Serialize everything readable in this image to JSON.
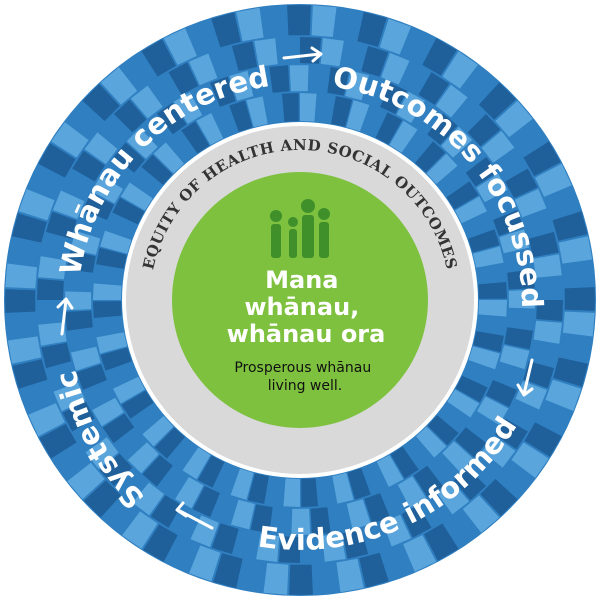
{
  "outer_ring": {
    "labels": {
      "top_left": "Whānau centered",
      "top_right": "Outcomes focussed",
      "bottom": "Evidence informed",
      "left": "Systemic"
    },
    "arrow_glyph": "→"
  },
  "inner_ring": {
    "label": "EQUITY OF HEALTH AND SOCIAL OUTCOMES"
  },
  "center": {
    "logo_icon": "family-figures-icon",
    "title_lines": [
      "Mana",
      "whānau,",
      "whānau ora"
    ],
    "tagline_lines": [
      "Prosperous whānau",
      "living well."
    ]
  },
  "colors": {
    "outer_blue": "#2f7fc1",
    "outer_blue_dark": "#1f5f9a",
    "outer_blue_light": "#5aa5dc",
    "inner_grey": "#d9d9d9",
    "center_green": "#7dc13f",
    "logo_green": "#3f8f2a",
    "text_white": "#ffffff"
  }
}
